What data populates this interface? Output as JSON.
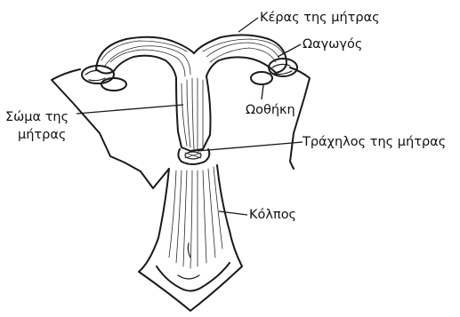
{
  "labels": {
    "horn": "Κέρας της μήτρας",
    "fallopian_tube": "Ωαγωγός",
    "ovary": "Ωοθήκη",
    "body_line1": "Σώμα της",
    "body_line2": "μήτρας",
    "cervix": "Τράχηλος της μήτρας",
    "vagina": "Κόλπος"
  },
  "colors": {
    "ink": "#1a1a1a",
    "paper": "#ffffff"
  }
}
